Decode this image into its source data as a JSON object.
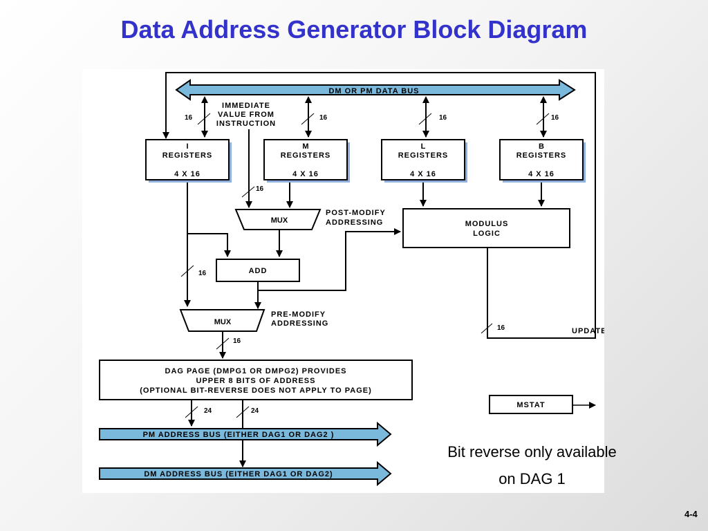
{
  "slide": {
    "title": "Data Address Generator Block Diagram",
    "caption_line1": "Bit reverse only available",
    "caption_line2": "on DAG 1",
    "page_number": "4-4"
  },
  "diagram": {
    "data_bus_label": "DM OR PM DATA BUS",
    "immediate_label": [
      "IMMEDIATE",
      "VALUE FROM",
      "INSTRUCTION"
    ],
    "registers": [
      {
        "name": "I",
        "label": "REGISTERS",
        "size": "4 X 16"
      },
      {
        "name": "M",
        "label": "REGISTERS",
        "size": "4 X 16"
      },
      {
        "name": "L",
        "label": "REGISTERS",
        "size": "4 X 16"
      },
      {
        "name": "B",
        "label": "REGISTERS",
        "size": "4 X 16"
      }
    ],
    "bus_widths": {
      "sixteen": "16",
      "twentyfour": "24"
    },
    "mux_label": "MUX",
    "add_label": "ADD",
    "modulus_logic": [
      "MODULUS",
      "LOGIC"
    ],
    "post_modify": [
      "POST-MODIFY",
      "ADDRESSING"
    ],
    "pre_modify": [
      "PRE-MODIFY",
      "ADDRESSING"
    ],
    "update_label": "UPDATE",
    "dag_page": [
      "DAG PAGE (DMPG1 OR DMPG2) PROVIDES",
      "UPPER 8 BITS OF ADDRESS",
      "(OPTIONAL BIT-REVERSE  DOES NOT APPLY TO PAGE)"
    ],
    "mstat_label": "MSTAT",
    "pm_address_bus": "PM ADDRESS BUS (EITHER DAG1 OR DAG2 )",
    "dm_address_bus": "DM ADDRESS BUS (EITHER DAG1 OR DAG2)",
    "colors": {
      "bus_fill": "#7ab8dc",
      "box_shadow": "#8fb0dd",
      "title": "#3333cc"
    }
  }
}
